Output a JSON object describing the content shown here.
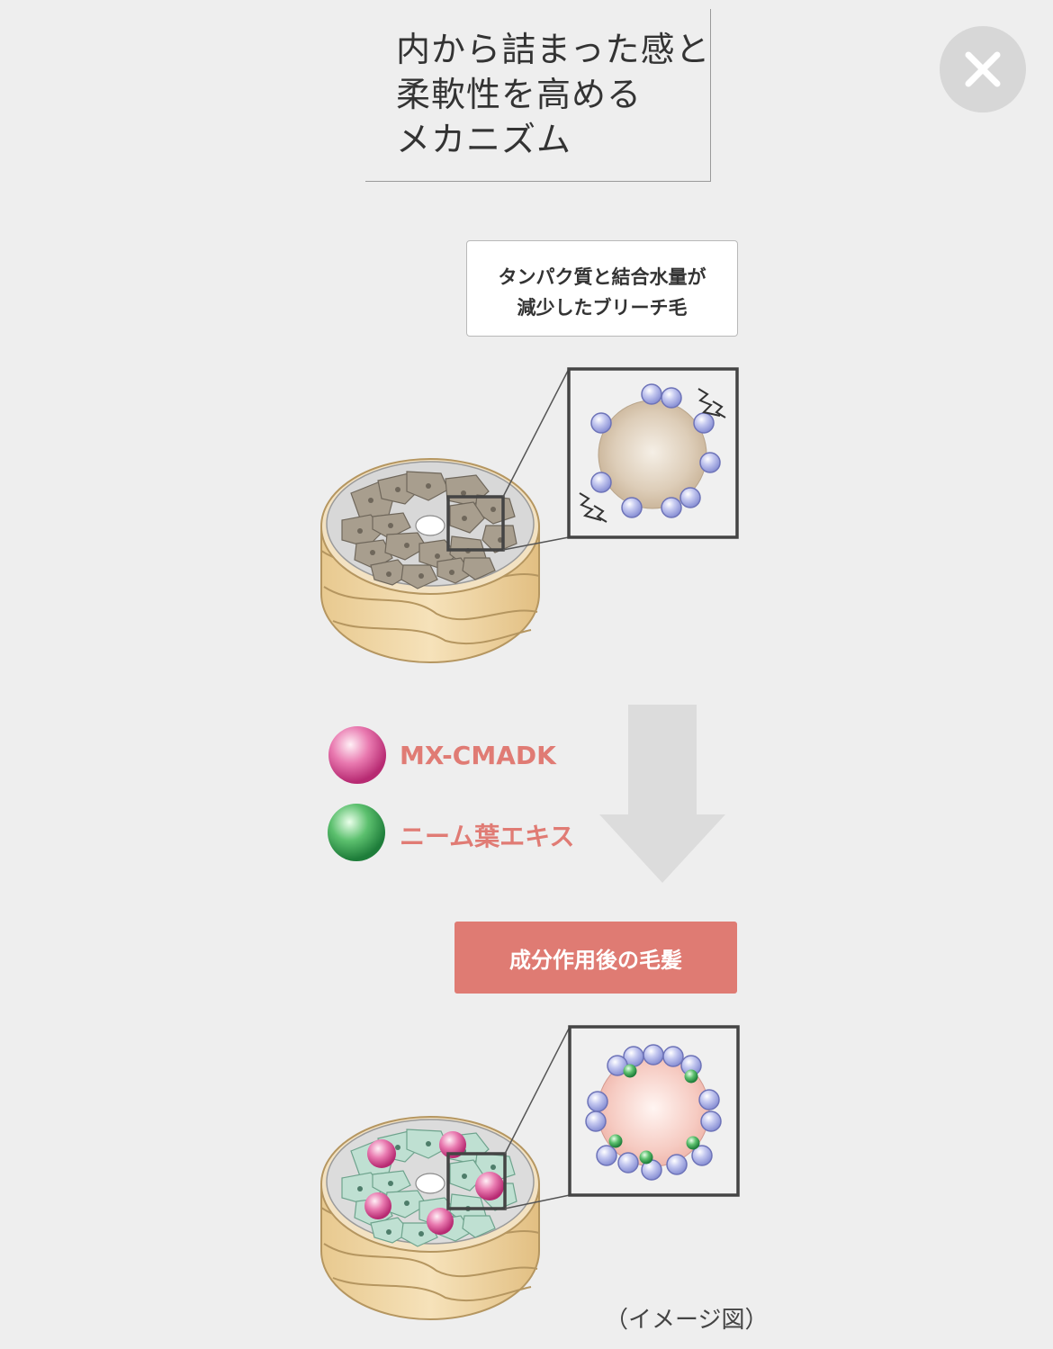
{
  "title": {
    "lines": [
      "内から詰まった感と",
      "柔軟性を高める",
      "メカニズム"
    ]
  },
  "close_button": {
    "icon": "close-icon"
  },
  "before": {
    "label_lines": [
      "タンパク質と結合水量が",
      "減少したブリーチ毛"
    ]
  },
  "legend": [
    {
      "label": "MX-CMADK",
      "color": "#e05a9c"
    },
    {
      "label": "ニーム葉エキス",
      "color": "#3aa05a"
    }
  ],
  "after": {
    "label": "成分作用後の毛髪"
  },
  "caption": "（イメージ図）",
  "colors": {
    "accent": "#df7b73",
    "legend_text": "#e07b74",
    "background": "#eeeeee",
    "protein_ball": "#aab0e4",
    "cuticle": "#ecd2a4"
  }
}
